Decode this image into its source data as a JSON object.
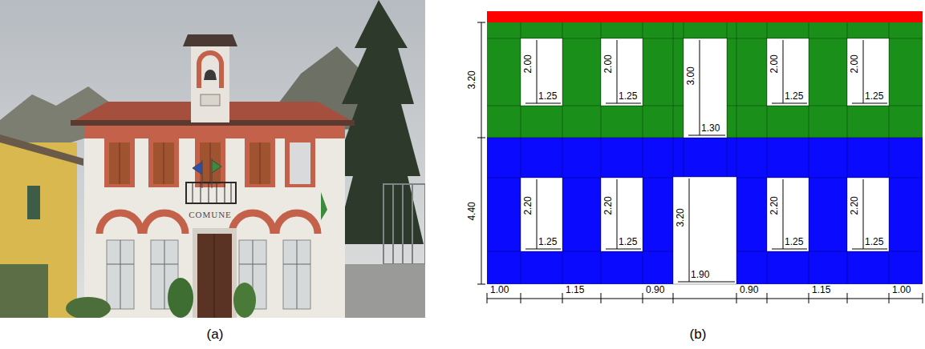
{
  "diagram": {
    "labels": [
      "COMUNE",
      "(a)",
      "3.20",
      "4.40",
      "2.00",
      "1.25",
      "2.00",
      "1.25",
      "3.00",
      "1.30",
      "2.00",
      "1.25",
      "2.00",
      "1.25",
      "2.20",
      "1.25",
      "2.20",
      "1.25",
      "3.20",
      "1.90",
      "2.20",
      "1.25",
      "2.20",
      "1.25",
      "1.00",
      "1.15",
      "0.90",
      "0.90",
      "1.15",
      "1.00",
      "(b)"
    ]
  }
}
